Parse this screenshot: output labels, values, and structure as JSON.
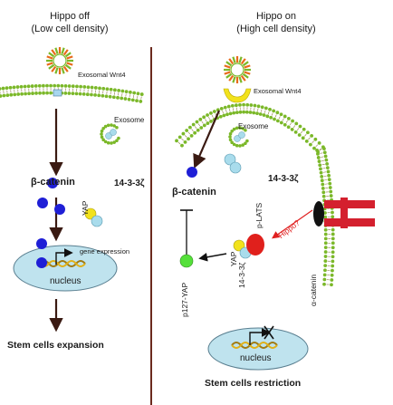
{
  "left": {
    "title": "Hippo off",
    "subtitle": "(Low cell density)",
    "exosomal_label": "Exosomal Wnt4",
    "exosome_label": "Exosome",
    "bcatenin_label": "β-catenin",
    "protein_label": "14-3-3ζ",
    "yap_label": "YAP",
    "gene_label": "gene expression",
    "nucleus_label": "nucleus",
    "outcome": "Stem cells expansion"
  },
  "right": {
    "title": "Hippo on",
    "subtitle": "(High cell density)",
    "exosomal_label": "Exosomal Wnt4",
    "exosome_label": "Exosome",
    "bcatenin_label": "β-catenin",
    "protein_label": "14-3-3ζ",
    "plats_label": "p-LATS",
    "hippo_label": "Hippo?",
    "yap_label": "YAP",
    "yap_protein_label": "14-3-3ζ",
    "acatenin_label": "α-catenin",
    "p127_label": "p127-YAP",
    "nucleus_label": "nucleus",
    "outcome": "Stem cells restriction"
  },
  "colors": {
    "membrane_green": "#7bb829",
    "arrow_brown": "#3a1a12",
    "bcatenin_blue": "#1f1fd6",
    "yap_yellow": "#f2e21c",
    "protein_cyan": "#a9dcec",
    "plats_red": "#e0201c",
    "p127_green": "#55e03a",
    "nucleus_fill": "#bfe3ee",
    "hippo_red": "#e02020",
    "junction_red": "#d4202e"
  }
}
